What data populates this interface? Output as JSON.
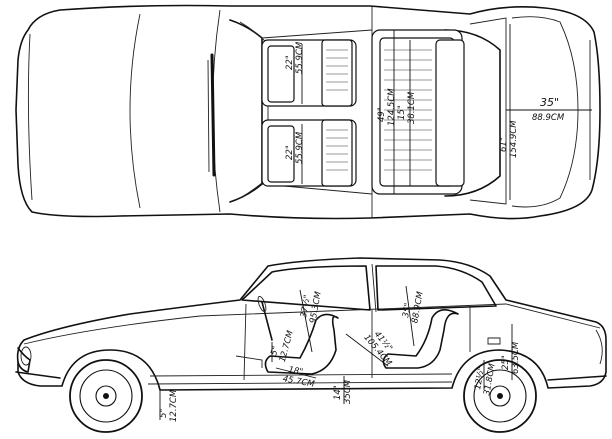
{
  "top_view": {
    "labels": {
      "front_seat_upper": [
        "22\"",
        "55.9CM"
      ],
      "front_seat_lower": [
        "22\"",
        "55.9CM"
      ],
      "rear_seat_depth": [
        "49\"",
        "124.5CM"
      ],
      "rear_seat_width": [
        "15\"",
        "38.1CM"
      ],
      "boot_length": [
        "35\"",
        "88.9CM"
      ],
      "boot_width": [
        "61\"",
        "154.9CM"
      ]
    }
  },
  "side_view": {
    "labels": {
      "front_headroom": [
        "37½\"",
        "95.3CM"
      ],
      "rear_headroom": [
        "35\"",
        "88.9CM"
      ],
      "front_legroom": [
        "41½\"",
        "105.4CM"
      ],
      "front_seat_height": [
        "14\"",
        "35CM"
      ],
      "rear_legroom": [
        "18\"",
        "45.7CM"
      ],
      "pedal_dim": [
        "5\"",
        "12.7CM"
      ],
      "rear_seat_height": [
        "12½\"",
        "31.8CM"
      ],
      "boot_depth": [
        "25\"",
        "63.5CM"
      ],
      "floor_dim": [
        "5\"",
        "12.7CM"
      ]
    }
  }
}
